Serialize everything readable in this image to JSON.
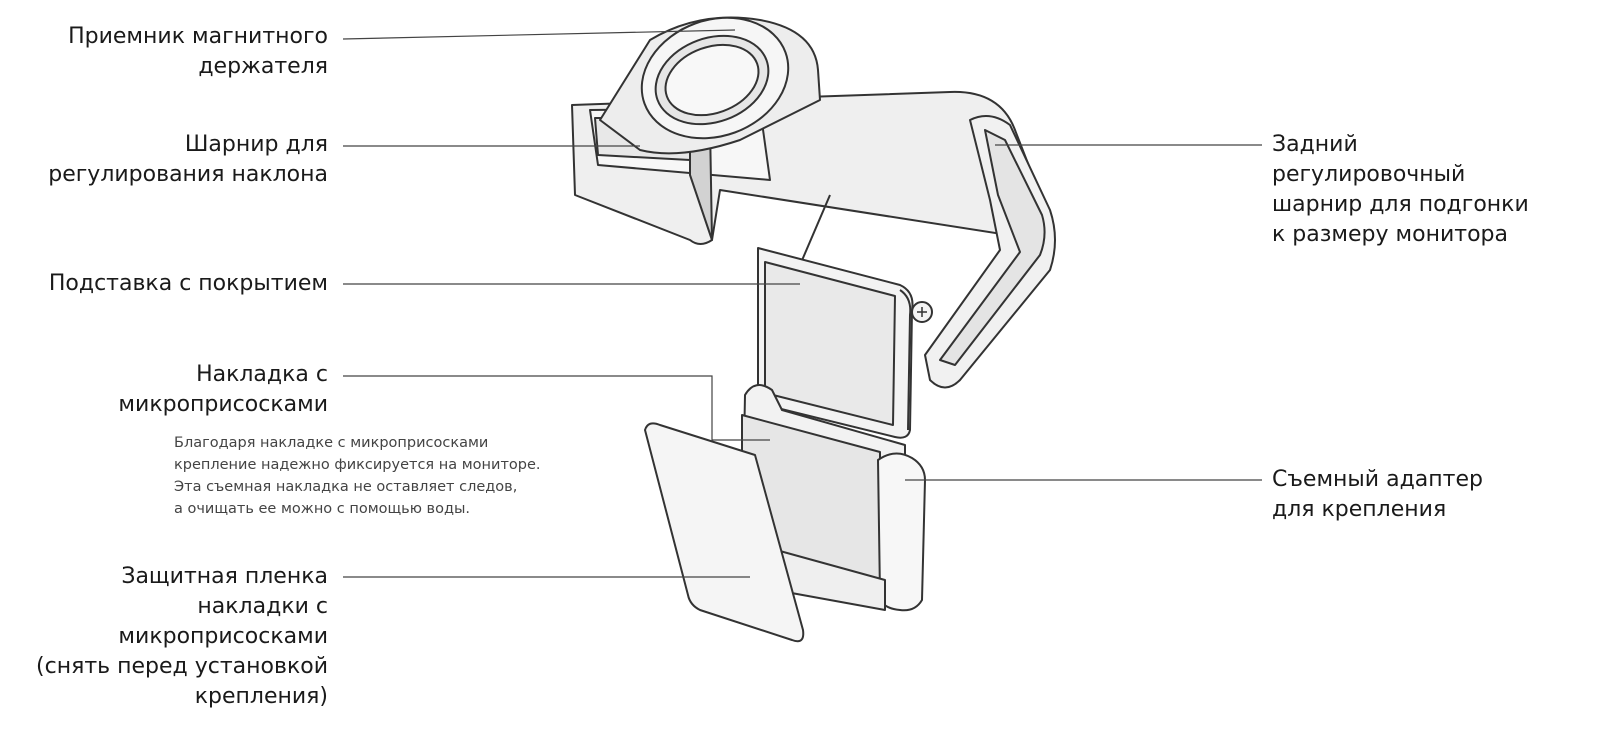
{
  "labels": {
    "magnet_receiver": "Приемник магнитного\nдержателя",
    "tilt_hinge": "Шарнир для\nрегулирования наклона",
    "coated_stand": "Подставка с покрытием",
    "micro_suction_pad": "Накладка с\nмикроприсосками",
    "micro_suction_desc": "Благодаря накладке с микроприсосками\nкрепление надежно фиксируется на мониторе.\nЭта съемная накладка не оставляет следов,\nа очищать ее можно с помощью воды.",
    "protective_film": "Защитная пленка\nнакладки с\nмикроприсосками\n(снять перед установкой\nкрепления)",
    "rear_hinge": "Задний\nрегулировочный\nшарнир для подгонки\nк размеру монитора",
    "removable_adapter": "Съемный адаптер\nдля крепления"
  },
  "colors": {
    "line": "#444444",
    "stroke": "#333333",
    "fill_light": "#f4f4f4",
    "fill_mid": "#e6e6e6",
    "fill_dark": "#d2d2d2"
  }
}
